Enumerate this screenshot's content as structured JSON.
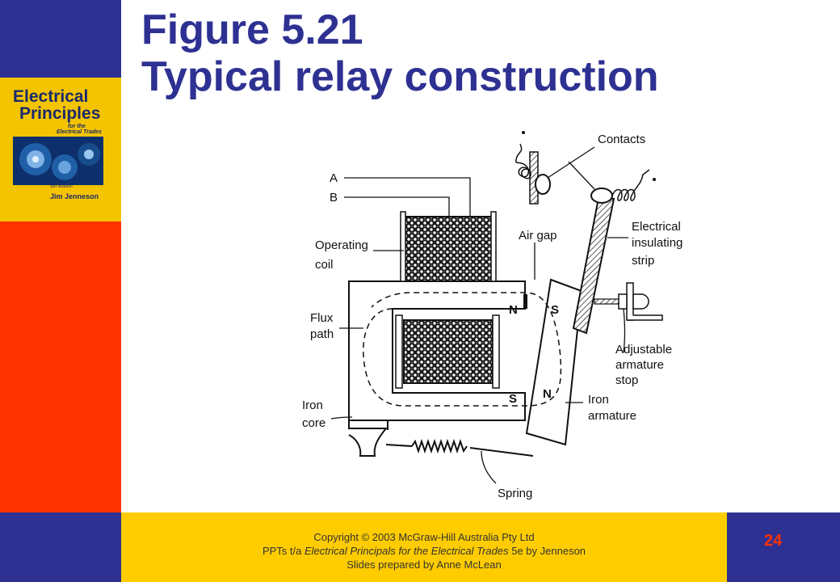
{
  "slide": {
    "title_line1": "Figure 5.21",
    "title_line2": "Typical relay construction",
    "page_number": "24"
  },
  "book_cover": {
    "title_line1": "Electrical",
    "title_line2": "Principles",
    "subtitle_line1": "for the",
    "subtitle_line2": "Electrical Trades",
    "edition": "5th edition",
    "author": "Jim Jenneson"
  },
  "footer": {
    "copyright": "Copyright © 2003 McGraw-Hill Australia Pty Ltd",
    "ppts_prefix": "PPTs t/a ",
    "ppts_title": "Electrical Principals for the Electrical Trades",
    "ppts_suffix": " 5e by Jenneson",
    "prepared_by": "Slides prepared by Anne McLean"
  },
  "diagram": {
    "labels": {
      "a": "A",
      "b": "B",
      "operating_coil_1": "Operating",
      "operating_coil_2": "coil",
      "flux_path_1": "Flux",
      "flux_path_2": "path",
      "iron_core_1": "Iron",
      "iron_core_2": "core",
      "contacts": "Contacts",
      "air_gap": "Air gap",
      "insulating_1": "Electrical",
      "insulating_2": "insulating",
      "insulating_3": "strip",
      "stop_1": "Adjustable",
      "stop_2": "armature",
      "stop_3": "stop",
      "iron_armature_1": "Iron",
      "iron_armature_2": "armature",
      "spring": "Spring",
      "pole_n_core": "N",
      "pole_s_arm_top": "S",
      "pole_s_core": "S",
      "pole_n_arm_bottom": "N"
    }
  },
  "colors": {
    "blue": "#2e3192",
    "red": "#ff3300",
    "yellow": "#ffcc00"
  }
}
